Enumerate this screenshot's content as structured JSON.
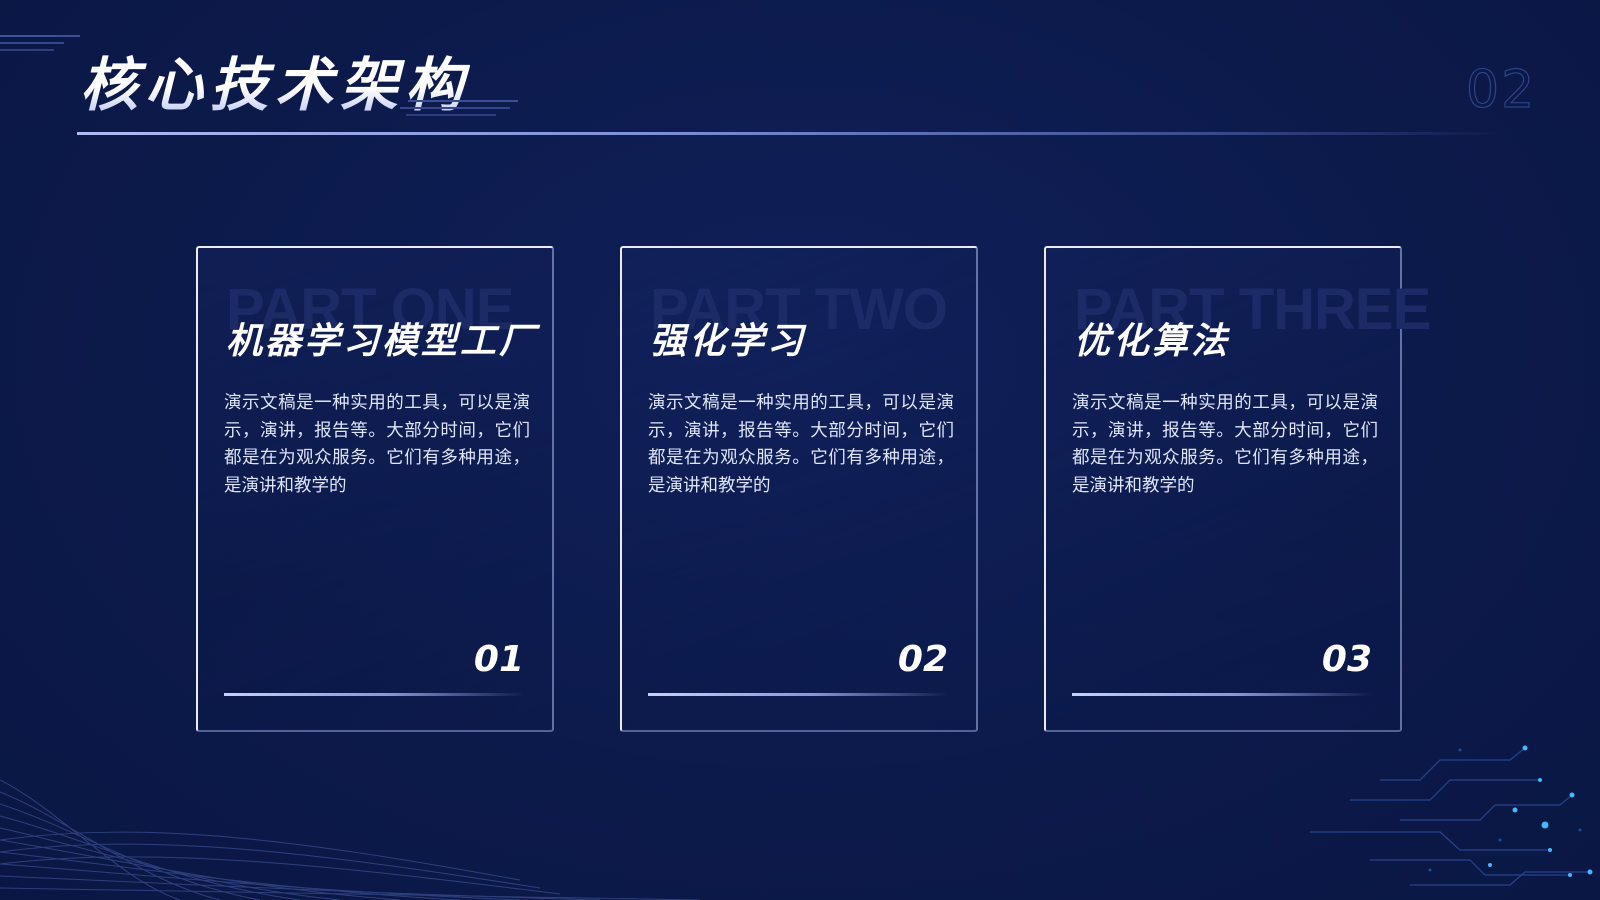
{
  "slide": {
    "title": "核心技术架构",
    "page_number": "02"
  },
  "cards": [
    {
      "watermark": "PART ONE",
      "title": "机器学习模型工厂",
      "body": "演示文稿是一种实用的工具，可以是演示，演讲，报告等。大部分时间，它们都是在为观众服务。它们有多种用途，是演讲和教学的",
      "number": "01"
    },
    {
      "watermark": "PART TWO",
      "title": "强化学习",
      "body": "演示文稿是一种实用的工具，可以是演示，演讲，报告等。大部分时间，它们都是在为观众服务。它们有多种用途，是演讲和教学的",
      "number": "02"
    },
    {
      "watermark": "PART THREE",
      "title": "优化算法",
      "body": "演示文稿是一种实用的工具，可以是演示，演讲，报告等。大部分时间，它们都是在为观众服务。它们有多种用途，是演讲和教学的",
      "number": "03"
    }
  ],
  "colors": {
    "background": "#0c1a4b",
    "accent": "#aebcf5",
    "text": "#ffffff"
  }
}
